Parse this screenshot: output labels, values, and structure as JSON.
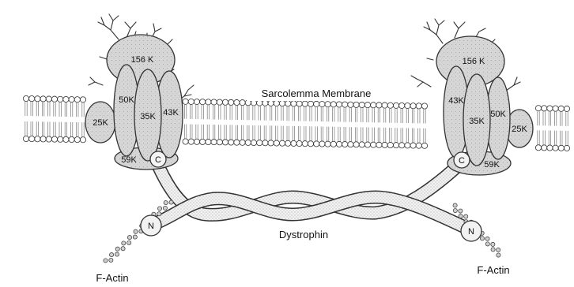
{
  "labels": {
    "membrane": "Sarcolemma Membrane",
    "dystrophin": "Dystrophin",
    "factin_left": "F-Actin",
    "factin_right": "F-Actin"
  },
  "left_complex": {
    "p156": "156 K",
    "p50": "50K",
    "p35": "35K",
    "p43": "43K",
    "p25": "25K",
    "p59": "59K",
    "c_term": "C",
    "n_term": "N"
  },
  "right_complex": {
    "p156": "156 K",
    "p43": "43K",
    "p35": "35K",
    "p50": "50K",
    "p25": "25K",
    "p59": "59K",
    "c_term": "C",
    "n_term": "N"
  },
  "colors": {
    "protein_fill": "#dcdcdc",
    "protein_stroke": "#333333",
    "lipid_head": "#ffffff",
    "lipid_tail": "#777777",
    "strand_fill": "#f3f3f3",
    "actin_fill": "#cfcfcf"
  }
}
